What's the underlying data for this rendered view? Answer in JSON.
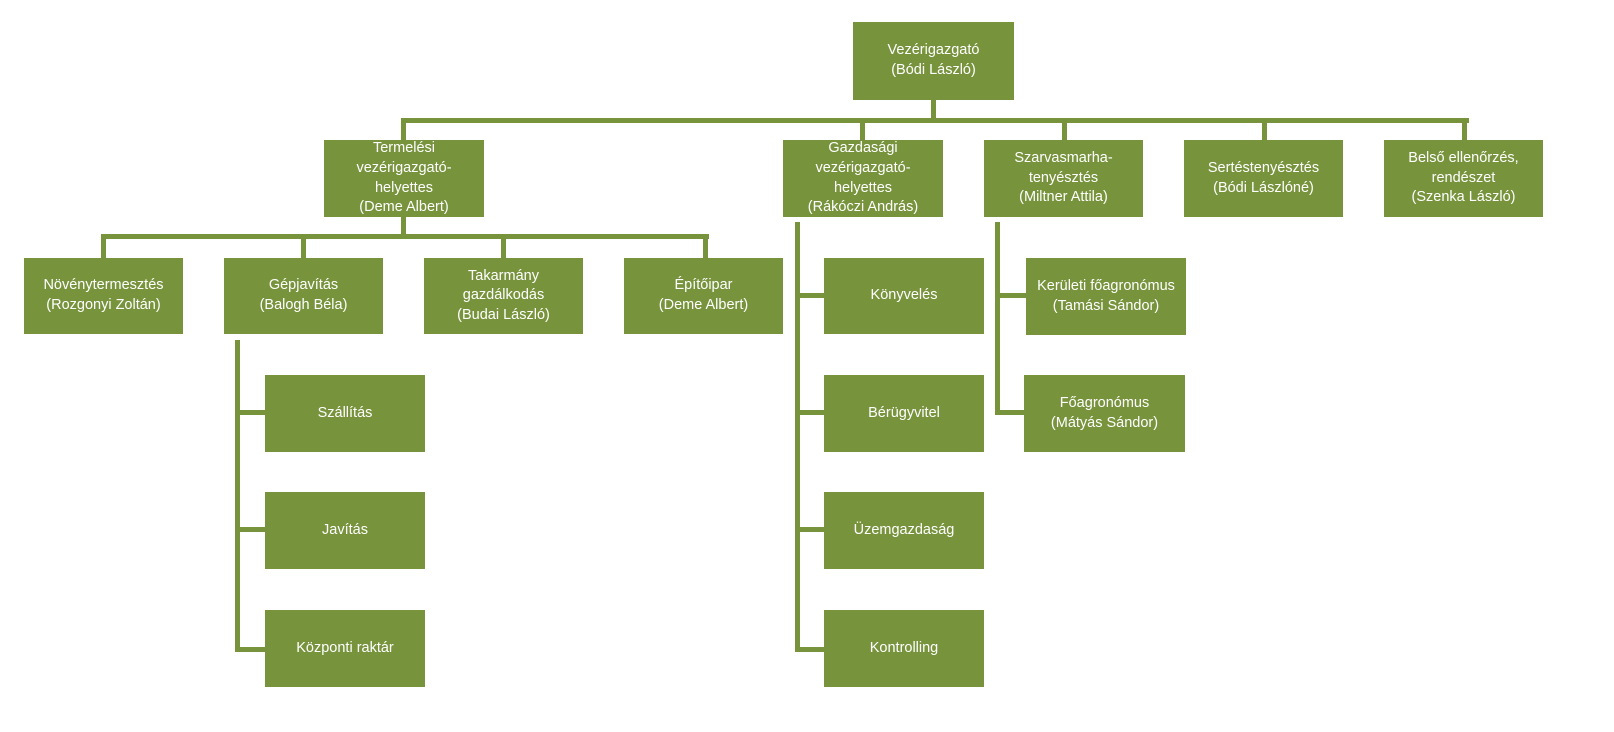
{
  "colors": {
    "box": "#77933c",
    "connector": "#77933c",
    "text": "#ffffff"
  },
  "nodes": {
    "ceo": "Vezérigazgató\n(Bódi László)",
    "prod_deputy": "Termelési\nvezérigazgató-\nhelyettes\n(Deme Albert)",
    "econ_deputy": "Gazdasági\nvezérigazgató-\nhelyettes\n(Rákóczi András)",
    "cattle": "Szarvasmarha-\ntenyésztés\n(Miltner Attila)",
    "pig": "Sertéstenyésztés\n(Bódi Lászlóné)",
    "audit": "Belső ellenőrzés,\nrendészet\n(Szenka László)",
    "crop": "Növénytermesztés\n(Rozgonyi Zoltán)",
    "machine_repair": "Gépjavítás\n(Balogh Béla)",
    "feed": "Takarmány\ngazdálkodás\n(Budai László)",
    "construction": "Építőipar\n(Deme Albert)",
    "transport": "Szállítás",
    "repair": "Javítás",
    "warehouse": "Központi raktár",
    "bookkeeping": "Könyvelés",
    "payroll": "Bérügyvitel",
    "operations_econ": "Üzemgazdaság",
    "controlling": "Kontrolling",
    "district_agronomist": "Kerületi főagronómus\n(Tamási Sándor)",
    "chief_agronomist": "Főagronómus\n(Mátyás Sándor)"
  }
}
